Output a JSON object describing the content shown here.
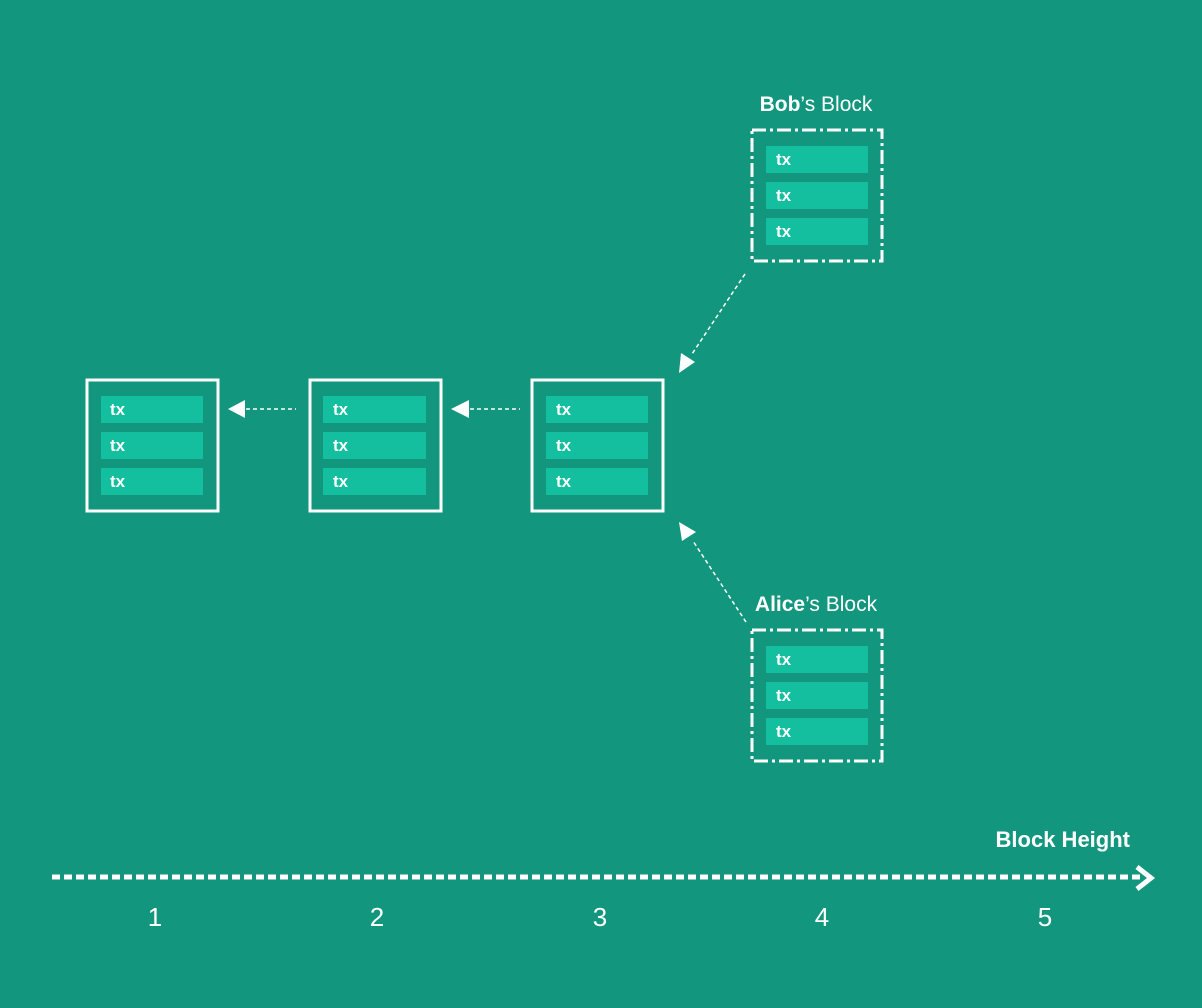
{
  "chain_blocks": [
    {
      "transactions": [
        "tx",
        "tx",
        "tx"
      ]
    },
    {
      "transactions": [
        "tx",
        "tx",
        "tx"
      ]
    },
    {
      "transactions": [
        "tx",
        "tx",
        "tx"
      ]
    }
  ],
  "fork_blocks": {
    "bob": {
      "owner": "Bob",
      "suffix": "’s Block",
      "transactions": [
        "tx",
        "tx",
        "tx"
      ]
    },
    "alice": {
      "owner": "Alice",
      "suffix": "’s Block",
      "transactions": [
        "tx",
        "tx",
        "tx"
      ]
    }
  },
  "axis": {
    "title": "Block Height",
    "ticks": [
      "1",
      "2",
      "3",
      "4",
      "5"
    ]
  },
  "colors": {
    "background": "#12967d",
    "tx_fill": "#13bf9f",
    "stroke": "#ffffff"
  }
}
